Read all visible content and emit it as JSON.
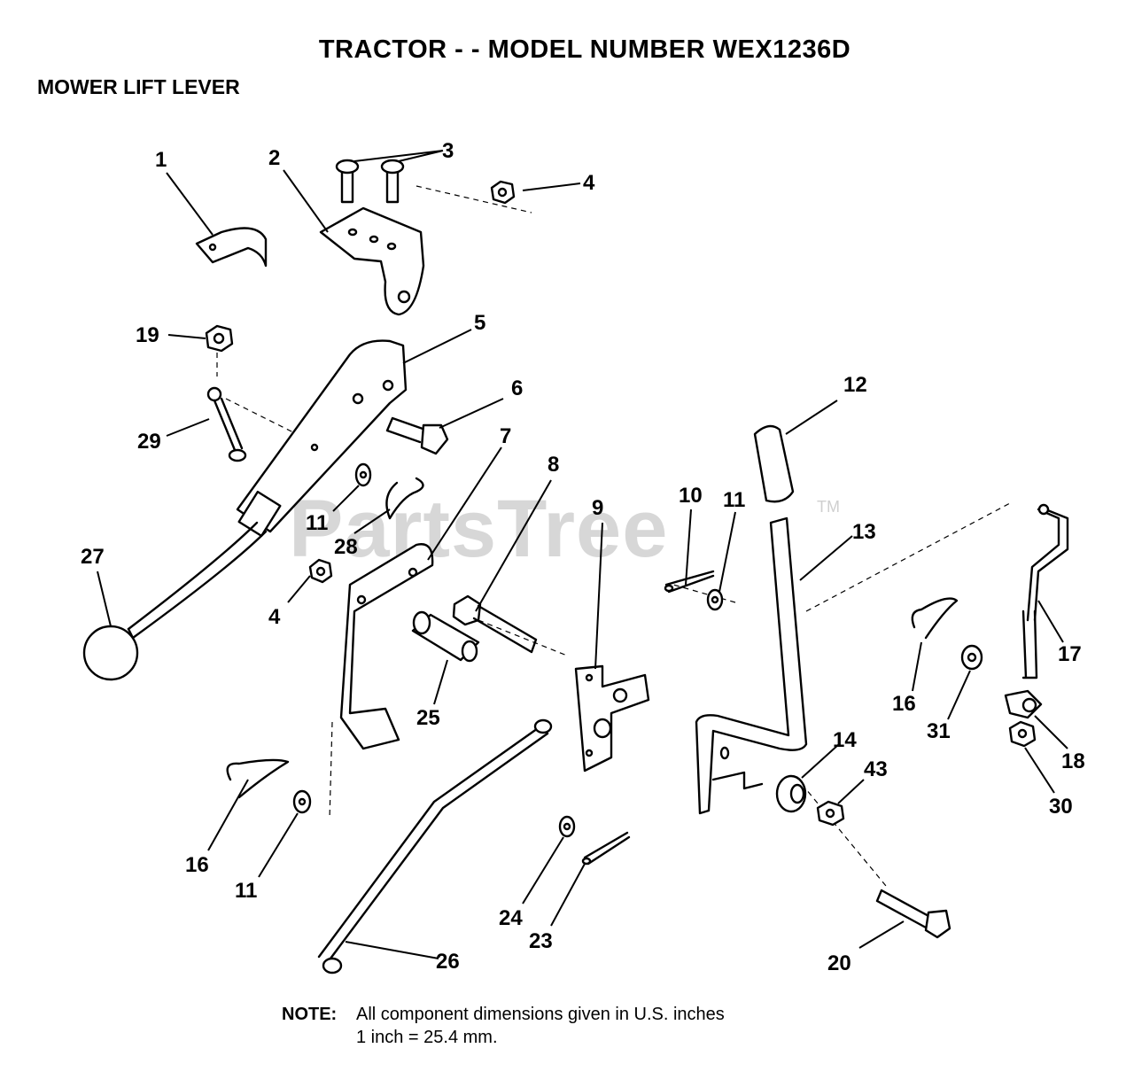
{
  "header": {
    "title": "TRACTOR - - MODEL NUMBER WEX1236D",
    "subtitle": "MOWER LIFT LEVER"
  },
  "watermark": {
    "text": "PartsTree",
    "tm": "TM"
  },
  "callouts": {
    "c1": "1",
    "c2": "2",
    "c3": "3",
    "c4a": "4",
    "c4b": "4",
    "c5": "5",
    "c6": "6",
    "c7": "7",
    "c8": "8",
    "c9": "9",
    "c10": "10",
    "c11a": "11",
    "c11b": "11",
    "c11c": "11",
    "c12": "12",
    "c13": "13",
    "c14": "14",
    "c16a": "16",
    "c16b": "16",
    "c17": "17",
    "c18": "18",
    "c19": "19",
    "c20": "20",
    "c23": "23",
    "c24": "24",
    "c25": "25",
    "c26": "26",
    "c27": "27",
    "c28": "28",
    "c29": "29",
    "c30": "30",
    "c31": "31",
    "c43": "43"
  },
  "note": {
    "label": "NOTE:",
    "line1": "All component dimensions given in U.S. inches",
    "line2": "1 inch = 25.4 mm."
  }
}
